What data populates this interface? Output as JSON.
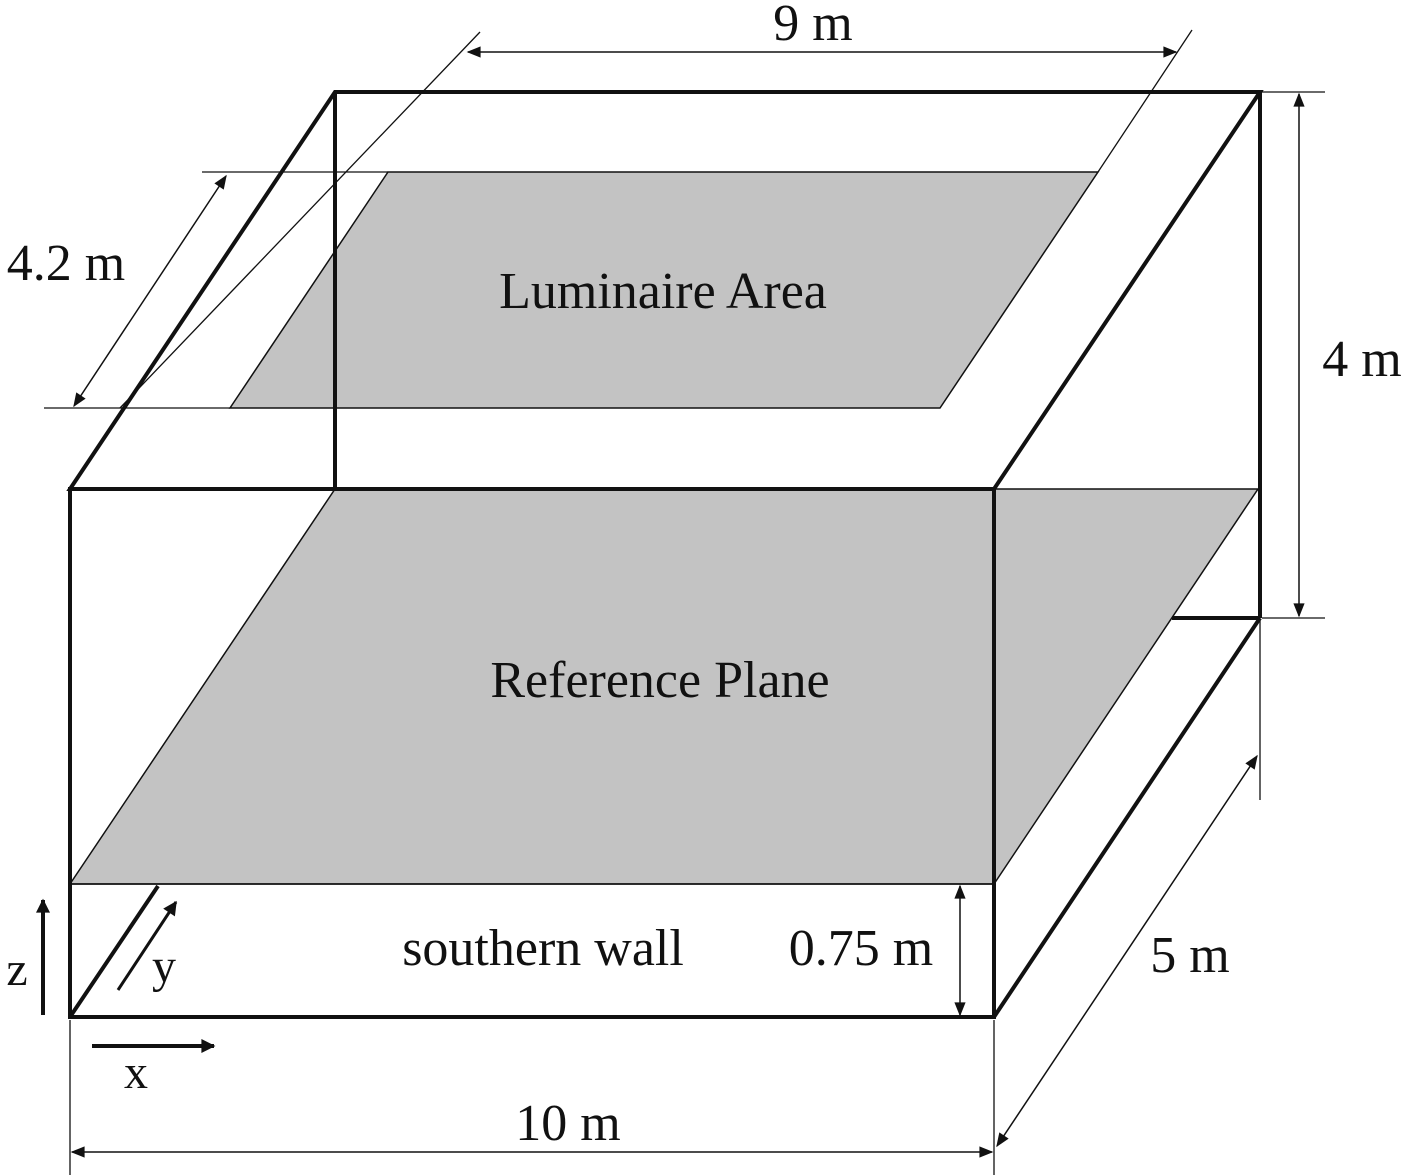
{
  "diagram": {
    "labels": {
      "luminaire_area": "Luminaire Area",
      "reference_plane": "Reference Plane",
      "southern_wall": "southern wall"
    },
    "dimensions": {
      "luminaire_width": "9 m",
      "luminaire_depth": "4.2 m",
      "room_height": "4 m",
      "room_width": "10 m",
      "room_depth": "5 m",
      "plane_height": "0.75 m"
    },
    "axes": {
      "x": "x",
      "y": "y",
      "z": "z"
    },
    "colors": {
      "plane_fill": "#c3c3c3",
      "line": "#111111"
    }
  }
}
